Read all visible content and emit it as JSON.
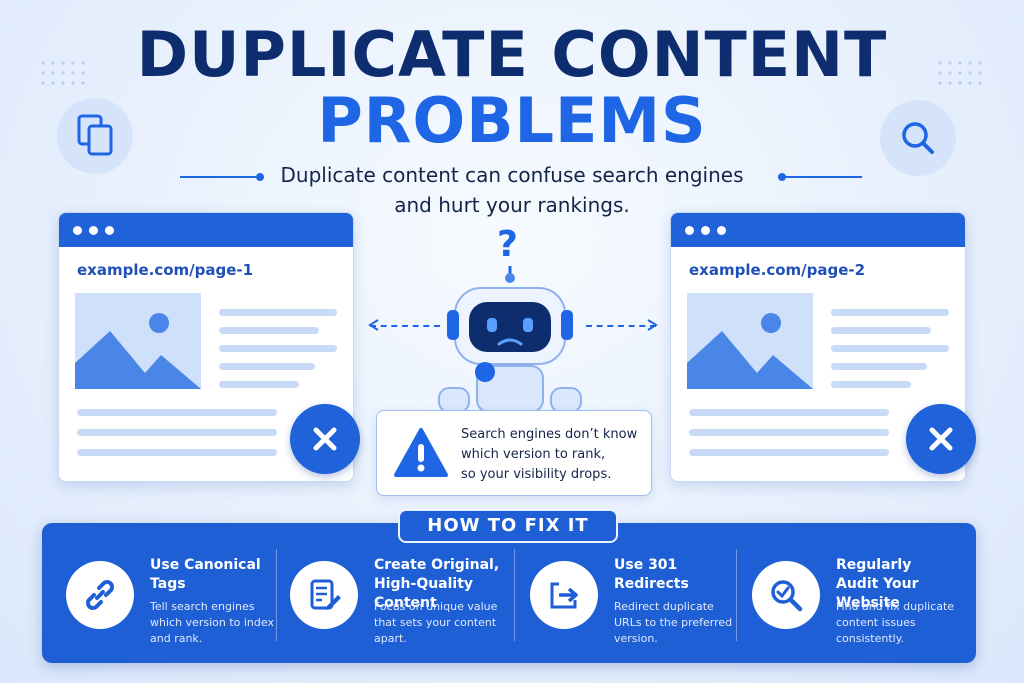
{
  "title": {
    "line1": "DUPLICATE CONTENT",
    "line2": "PROBLEMS"
  },
  "subtitle": {
    "line1": "Duplicate content can confuse search engines",
    "line2": "and hurt your rankings."
  },
  "icons": {
    "top_left": "copy-documents-icon",
    "top_right": "search-icon"
  },
  "browsers": [
    {
      "url": "example.com/page-1"
    },
    {
      "url": "example.com/page-2"
    }
  ],
  "robot": {
    "question_mark": "?"
  },
  "warning": {
    "line1": "Search engines don’t know",
    "line2": "which version to rank,",
    "line3": "so your visibility drops."
  },
  "fix": {
    "heading": "HOW TO FIX IT",
    "items": [
      {
        "icon": "link-icon",
        "title": "Use Canonical Tags",
        "desc": "Tell search engines which version to index and rank."
      },
      {
        "icon": "edit-document-icon",
        "title": "Create Original, High-Quality Content",
        "desc": "Focus on unique value that sets your content apart."
      },
      {
        "icon": "redirect-icon",
        "title": "Use 301 Redirects",
        "desc": "Redirect duplicate URLs to the preferred version."
      },
      {
        "icon": "audit-search-icon",
        "title": "Regularly Audit Your Website",
        "desc": "Find and fix duplicate content issues consistently."
      }
    ]
  },
  "colors": {
    "navy": "#0e2d6e",
    "brand_blue": "#1e66e6",
    "panel_blue": "#1f5fd6",
    "background": "#eaf2fd"
  }
}
